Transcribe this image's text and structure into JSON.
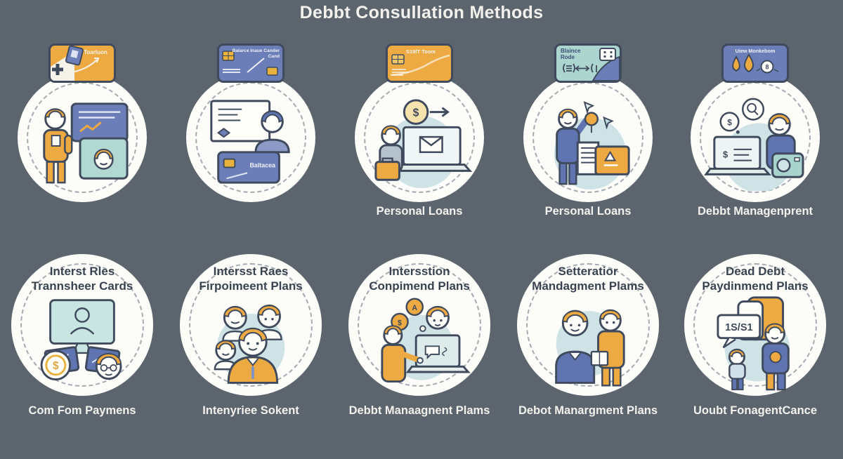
{
  "title": "Debbt Consullation Methods",
  "colors": {
    "background": "#5c656e",
    "circle_fill": "#fcfcf9",
    "dashed_border": "#a4abb2",
    "outline": "#3f4a5c",
    "orange": "#eda942",
    "card_blue": "#6c7eb8",
    "card_teal": "#abd5ce",
    "person_blue": "#5f74b0",
    "blob_blue": "#cfe3e7",
    "chip_gold": "#e8b23c",
    "text_light": "#f2f1ec",
    "text_dark": "#394450"
  },
  "symbols": {
    "dollar": "$",
    "letter_a": "A",
    "eight": "8",
    "bubble_amount": "1S/S1"
  },
  "top_row": [
    {
      "card_line1": "Toarluon",
      "card_line2": "",
      "caption": ""
    },
    {
      "card_line1": "Balarce Inaue Cander",
      "card_line2": "Cand",
      "inner_card_label": "Baltacea",
      "caption": ""
    },
    {
      "card_line1": "S19lT Toom",
      "card_line2": "",
      "caption": "Personal Loans"
    },
    {
      "card_line1": "Blaince",
      "card_line2": "Rode",
      "caption": "Personal Loans"
    },
    {
      "card_line1": "Uiew Monkebom",
      "card_line2": "",
      "caption": "Debbt Managenprent"
    }
  ],
  "bottom_row": [
    {
      "header_line1": "Interst Rles",
      "header_line2": "Trannsheer Cards",
      "caption": "Com Fom Paymens"
    },
    {
      "header_line1": "Intersst Raes",
      "header_line2": "Firpoimeent Plans",
      "caption": "Intenyriee Sokent"
    },
    {
      "header_line1": "Intersstion",
      "header_line2": "Conpimend Plans",
      "caption": "Debbt Manaagnent Plams"
    },
    {
      "header_line1": "Setteratior",
      "header_line2": "Mandagment Plams",
      "caption": "Debot Manargment Plans"
    },
    {
      "header_line1": "Dead Debt",
      "header_line2": "Paydinmend Plans",
      "caption": "Uoubt FonagentCance"
    }
  ]
}
